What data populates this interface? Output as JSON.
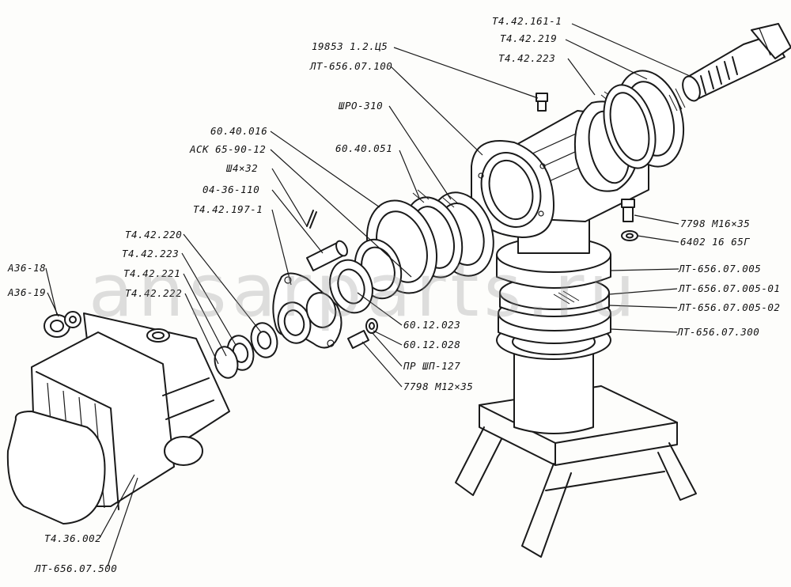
{
  "watermark": "ansarparts.ru",
  "labels": [
    {
      "id": "t442161",
      "text": "Т4.42.161-1"
    },
    {
      "id": "t442219",
      "text": "Т4.42.219"
    },
    {
      "id": "t442223a",
      "text": "Т4.42.223"
    },
    {
      "id": "p19853",
      "text": "19853 1.2.Ц5"
    },
    {
      "id": "lt656100",
      "text": "ЛТ-656.07.100"
    },
    {
      "id": "shro310",
      "text": "ШРО-310"
    },
    {
      "id": "p6040051",
      "text": "60.40.051"
    },
    {
      "id": "p6040016",
      "text": "60.40.016"
    },
    {
      "id": "ack",
      "text": "АСК 65-90-12"
    },
    {
      "id": "sh432",
      "text": "Ш4×32"
    },
    {
      "id": "p0436110",
      "text": "04-36-110"
    },
    {
      "id": "t4421971",
      "text": "Т4.42.197-1"
    },
    {
      "id": "t442220",
      "text": "Т4.42.220"
    },
    {
      "id": "t442223b",
      "text": "Т4.42.223"
    },
    {
      "id": "t442221",
      "text": "Т4.42.221"
    },
    {
      "id": "t442222",
      "text": "Т4.42.222"
    },
    {
      "id": "a3618",
      "text": "А36-18"
    },
    {
      "id": "a3619",
      "text": "А36-19"
    },
    {
      "id": "m16",
      "text": "7798 М16×35"
    },
    {
      "id": "p6402",
      "text": "6402 16 65Г"
    },
    {
      "id": "lt005",
      "text": "ЛТ-656.07.005"
    },
    {
      "id": "lt00501",
      "text": "ЛТ-656.07.005-01"
    },
    {
      "id": "lt00502",
      "text": "ЛТ-656.07.005-02"
    },
    {
      "id": "lt300",
      "text": "ЛТ-656.07.300"
    },
    {
      "id": "p6012023",
      "text": "60.12.023"
    },
    {
      "id": "p6012028",
      "text": "60.12.028"
    },
    {
      "id": "prshp",
      "text": "ПР ШП-127"
    },
    {
      "id": "m12",
      "text": "7798 М12×35"
    },
    {
      "id": "t436002",
      "text": "Т4.36.002"
    },
    {
      "id": "lt500",
      "text": "ЛТ-656.07.500"
    }
  ]
}
